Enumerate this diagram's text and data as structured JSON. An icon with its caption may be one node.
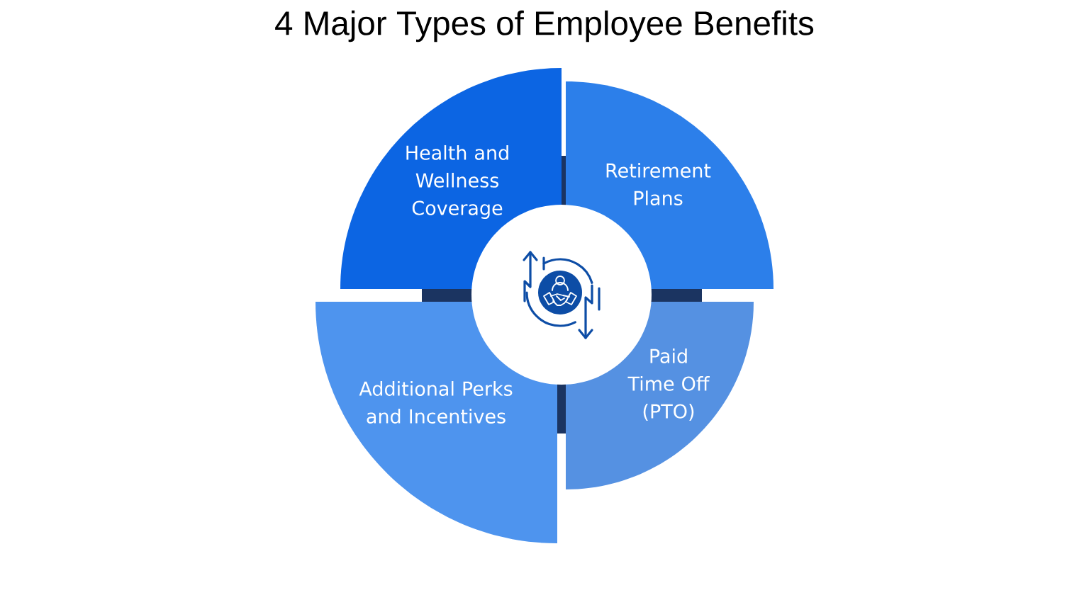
{
  "diagram": {
    "title": "4 Major Types of Employee Benefits",
    "nodes": [
      {
        "text": [
          "Health and Wellness Coverage"
        ]
      },
      {
        "text": [
          "Retirement Plans"
        ]
      },
      {
        "text": [
          "Additional Perks and Incentives"
        ]
      },
      {
        "text": [
          "Paid Time Off (PTO)"
        ]
      },
      {
        "text": [],
        "shape": "circle"
      }
    ]
  }
}
